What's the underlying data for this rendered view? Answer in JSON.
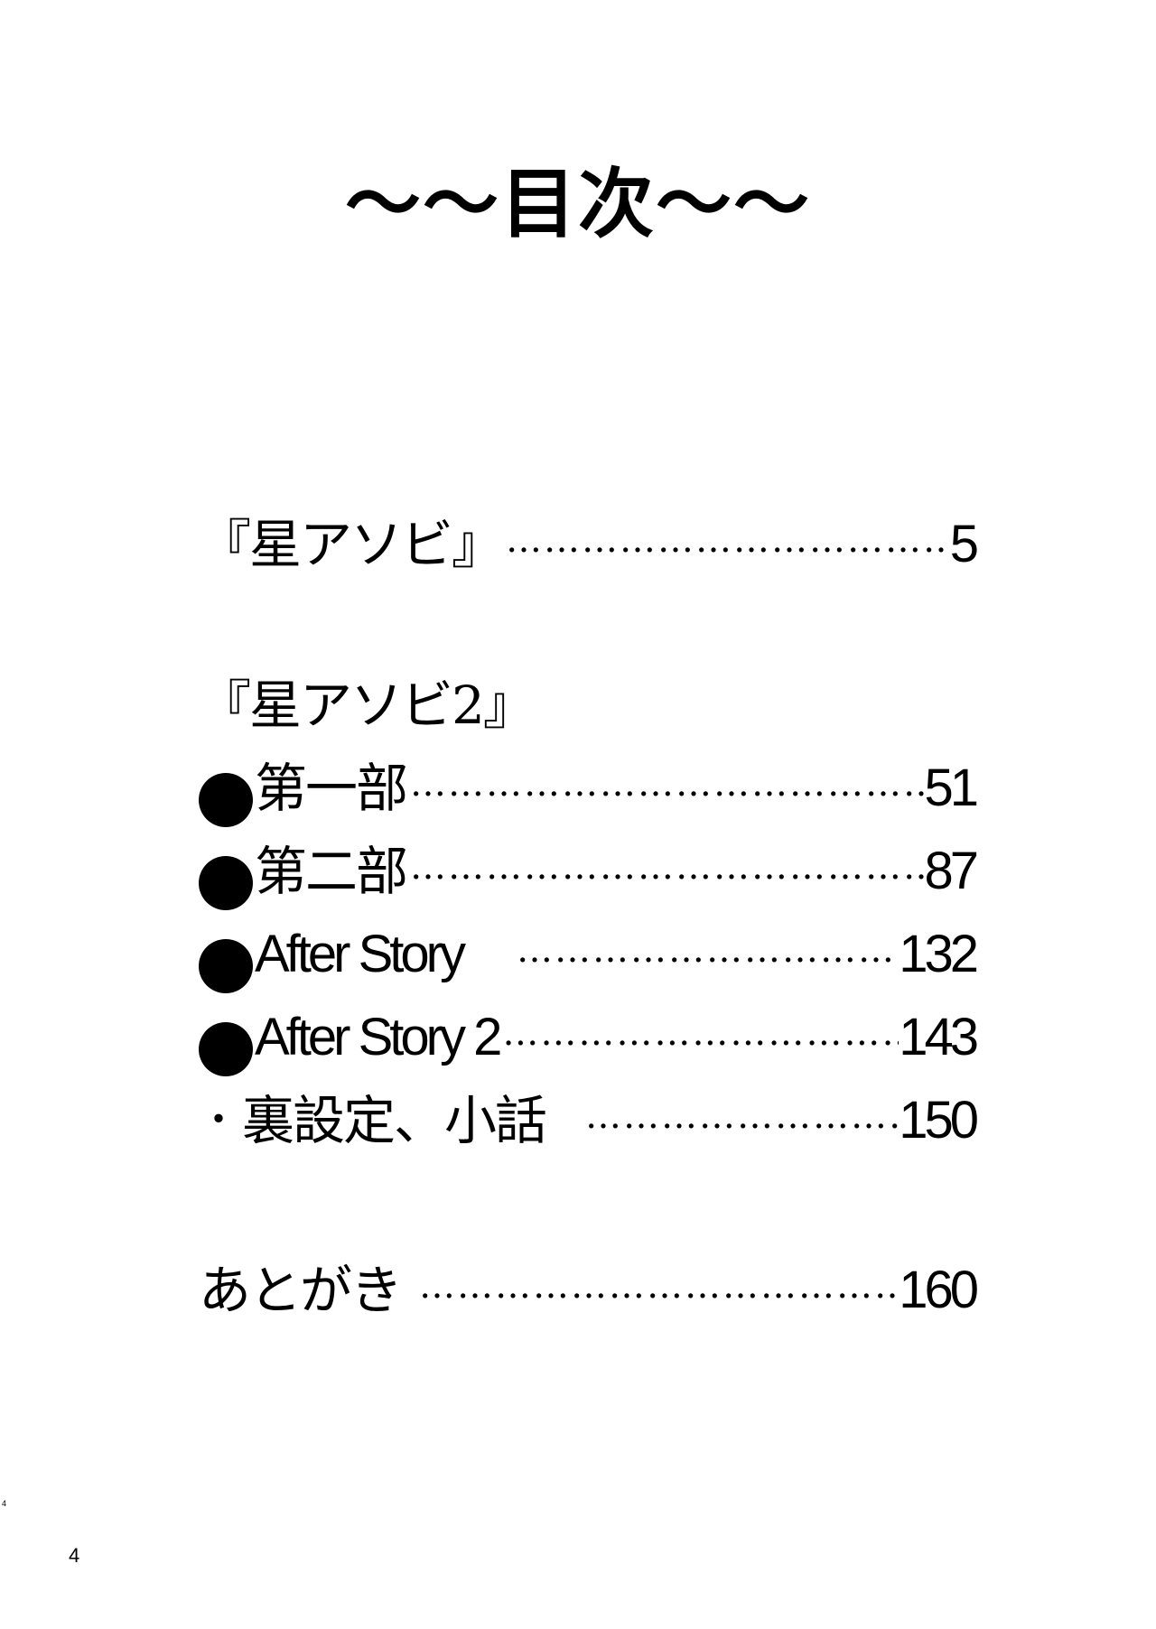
{
  "title": "～～目次～～",
  "toc": {
    "hoshi1": {
      "label": "『星アソビ』",
      "dots": "…………………………………………",
      "page": "5"
    },
    "hoshi2_heading": "『星アソビ2』",
    "part1": {
      "label": "第一部",
      "dots": "…………………………………………",
      "page": "51"
    },
    "part2": {
      "label": "第二部",
      "dots": "…………………………………………",
      "page": "87"
    },
    "after1": {
      "label": "After Story",
      "dots": "…………………………………………",
      "page": "132"
    },
    "after2": {
      "label": "After Story 2",
      "dots": "…………………………………………",
      "page": "143"
    },
    "extras": {
      "bullet": "・",
      "label": "裏設定、小話",
      "dots": "…………………………………………",
      "page": "150"
    },
    "afterword": {
      "label": "あとがき",
      "dots": "…………………………………………",
      "page": "160"
    }
  },
  "page_numbers": {
    "small": "4",
    "large": "4"
  }
}
